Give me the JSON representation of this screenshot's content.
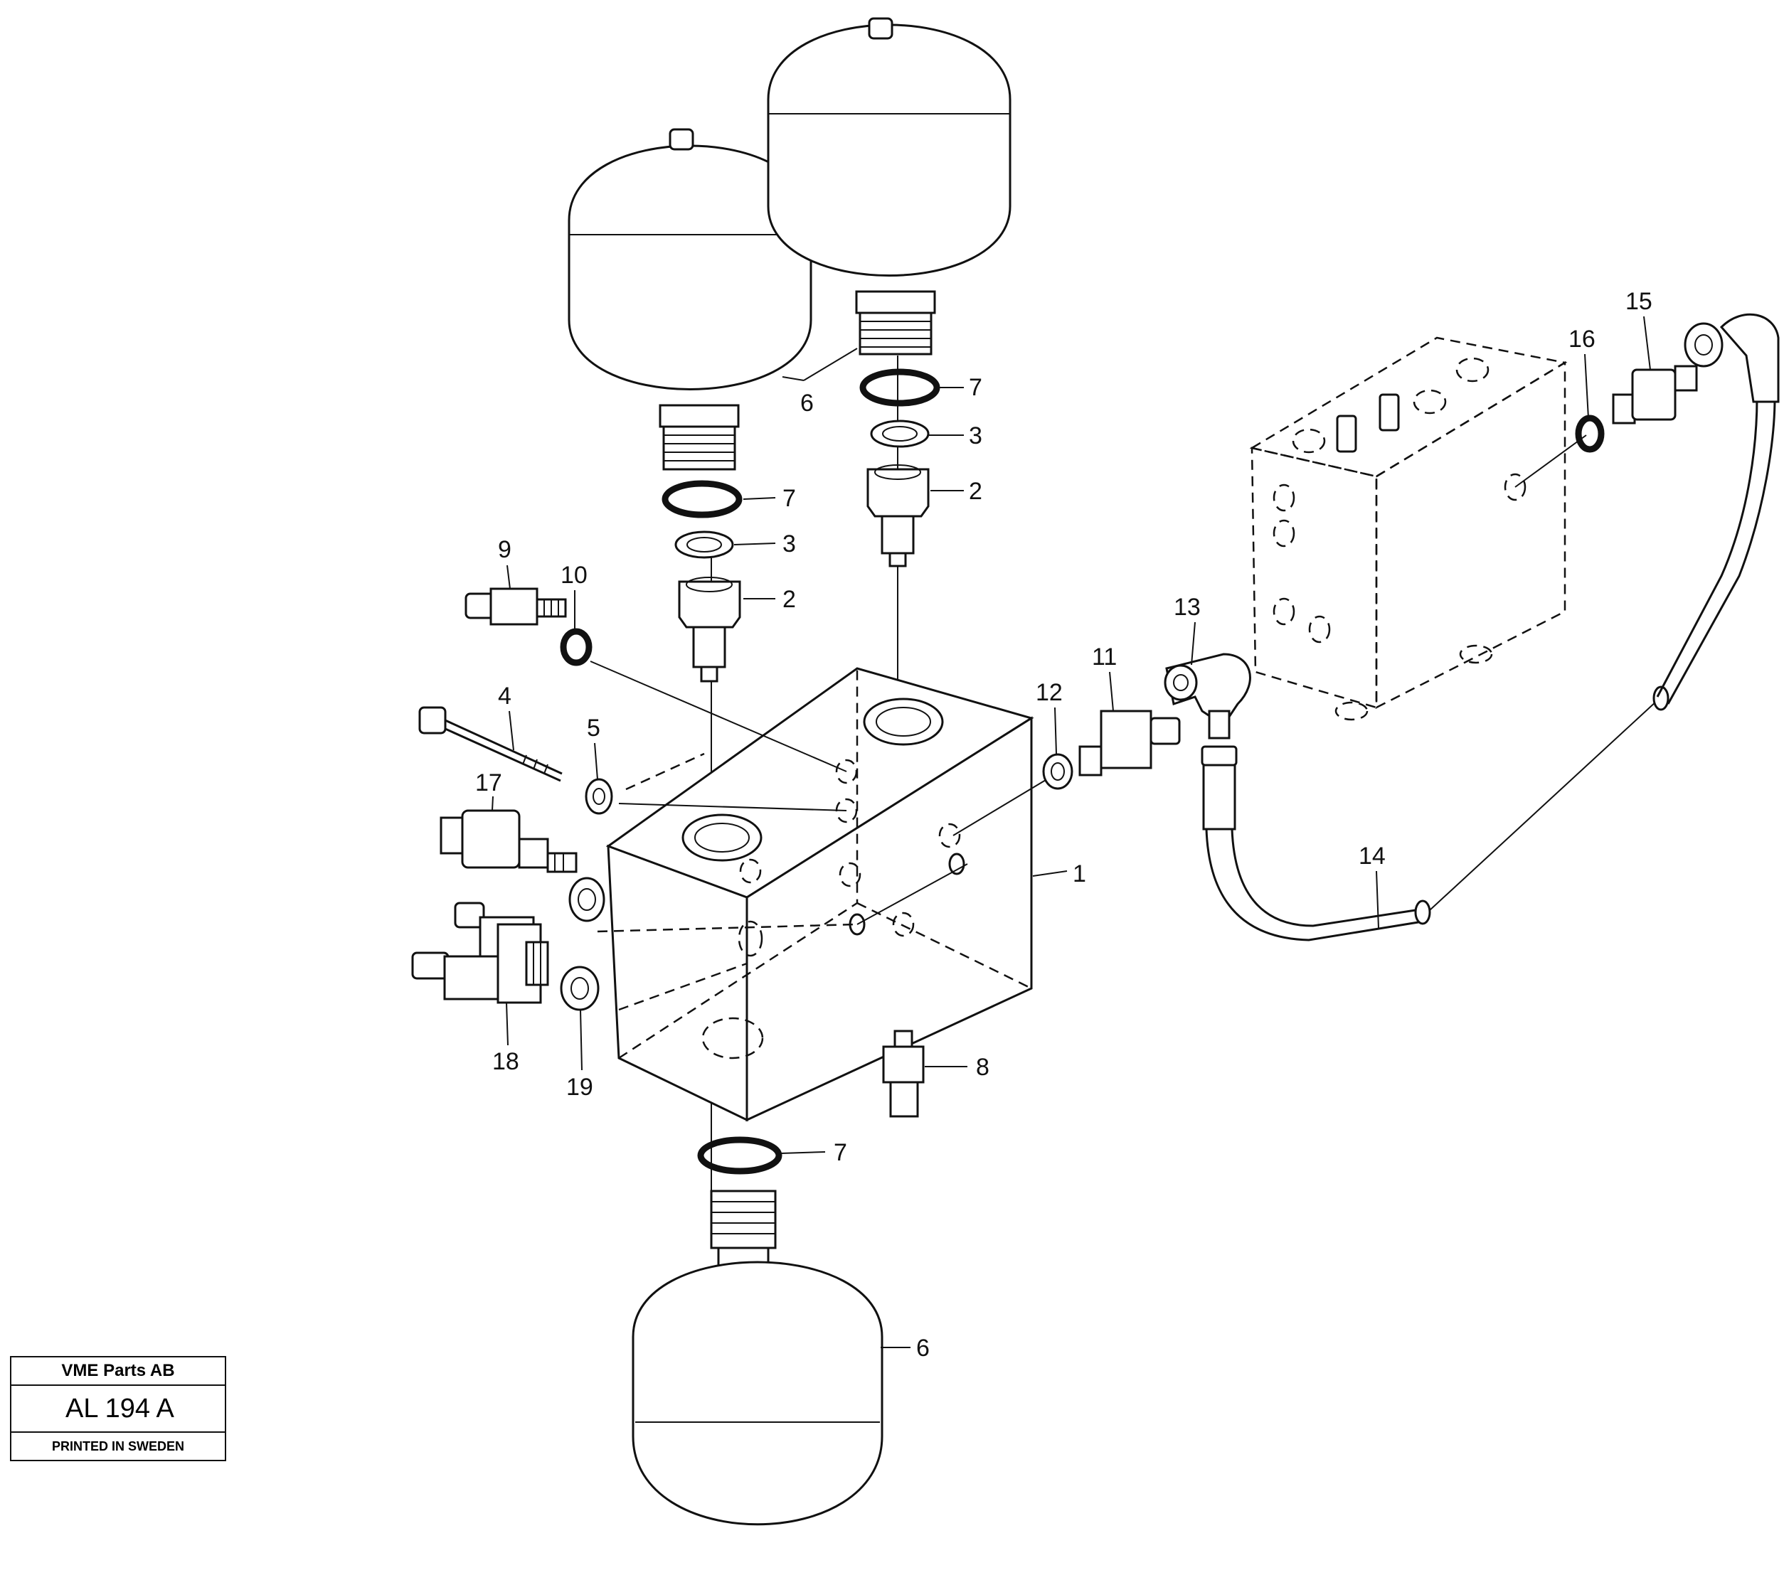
{
  "title_block": {
    "company": "VME Parts AB",
    "code": "AL 194 A",
    "printed": "PRINTED IN SWEDEN"
  },
  "callouts": {
    "c1": "1",
    "c2a": "2",
    "c2b": "2",
    "c3a": "3",
    "c3b": "3",
    "c4": "4",
    "c5": "5",
    "c6a": "6",
    "c6b": "6",
    "c7a": "7",
    "c7b": "7",
    "c7c": "7",
    "c8": "8",
    "c9": "9",
    "c10": "10",
    "c11": "11",
    "c12": "12",
    "c13": "13",
    "c14": "14",
    "c15": "15",
    "c16": "16",
    "c17": "17",
    "c18": "18",
    "c19": "19"
  }
}
